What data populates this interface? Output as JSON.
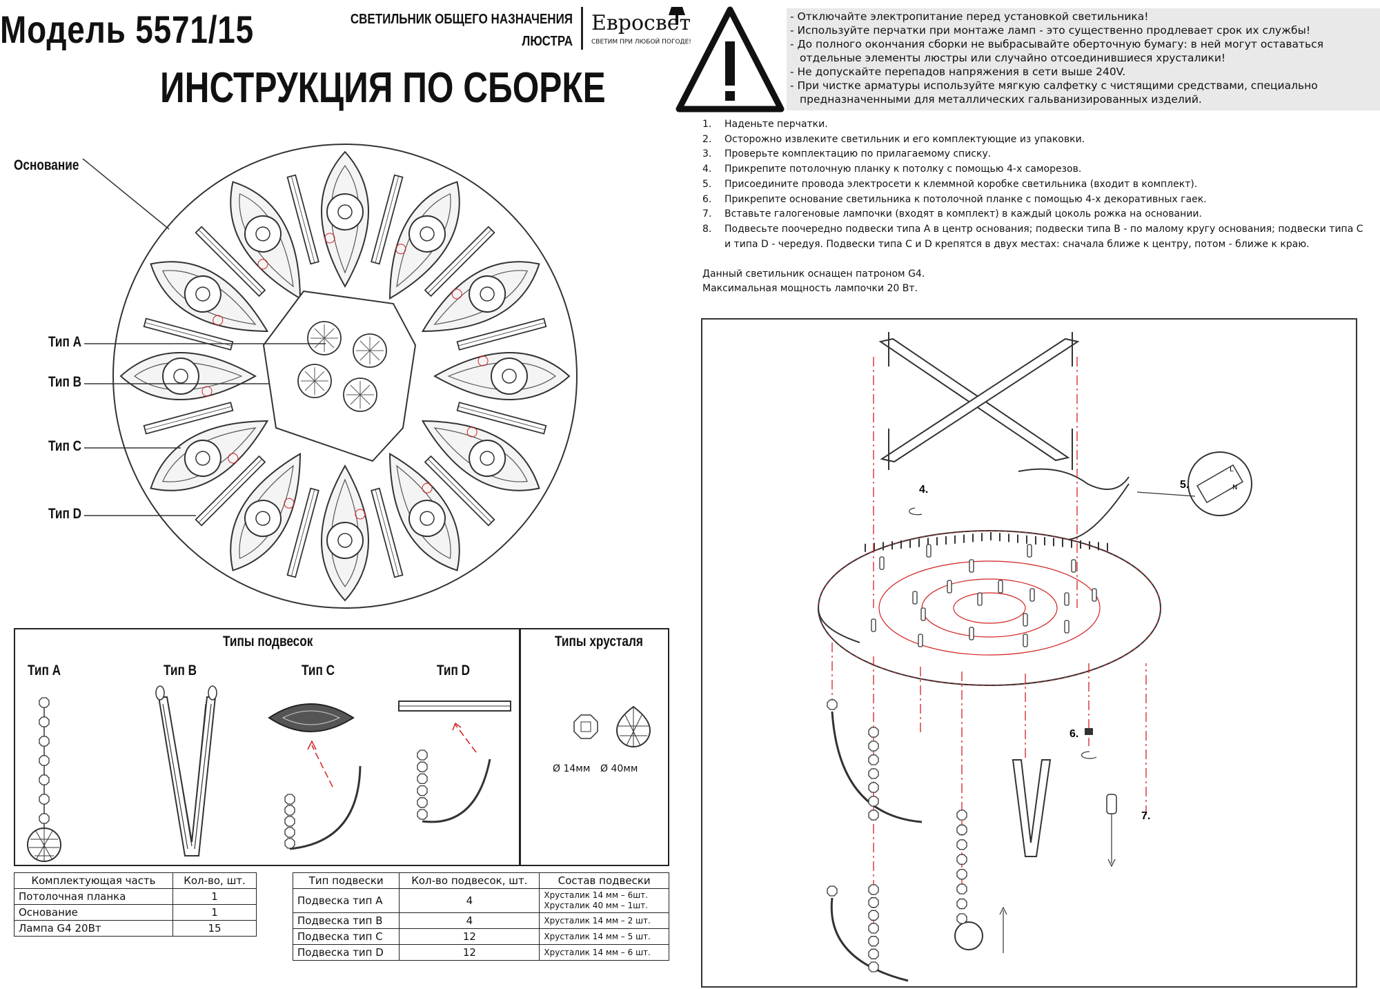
{
  "header": {
    "model": "Модель 5571/15",
    "title": "ИНСТРУКЦИЯ ПО СБОРКЕ",
    "product_type_line1": "СВЕТИЛЬНИК ОБЩЕГО НАЗНАЧЕНИЯ",
    "product_type_line2": "ЛЮСТРА",
    "brand_name": "Евросвет",
    "brand_slogan": "СВЕТИМ ПРИ ЛЮБОЙ ПОГОДЕ!"
  },
  "warnings": [
    "- Отключайте электропитание перед установкой светильника!",
    "- Используйте перчатки при монтаже ламп - это существенно продлевает срок их службы!",
    "- До полного окончания сборки не выбрасывайте оберточную бумагу: в ней могут оставаться отдельные элементы люстры или случайно отсоединившиеся хрусталики!",
    "- Не допускайте перепадов напряжения в сети выше 240V.",
    "- При чистке арматуры используйте мягкую салфетку с чистящими средствами, специально предназначенными для металлических гальванизированных изделий."
  ],
  "steps": [
    {
      "num": "1.",
      "text": "Наденьте перчатки."
    },
    {
      "num": "2.",
      "text": "Осторожно извлеките светильник и его комплектующие из упаковки."
    },
    {
      "num": "3.",
      "text": "Проверьте комплектацию по прилагаемому списку."
    },
    {
      "num": "4.",
      "text": "Прикрепите потолочную планку к потолку с помощью 4-х саморезов."
    },
    {
      "num": "5.",
      "text": "Присоедините провода электросети к клеммной коробке светильника (входит в комплект)."
    },
    {
      "num": "6.",
      "text": "Прикрепите основание светильника к потолочной планке с помощью 4-х декоративных гаек."
    },
    {
      "num": "7.",
      "text": "Вставьте галогеновые лампочки (входят в комплект) в каждый цоколь рожка на основании."
    },
    {
      "num": "8.",
      "text": "Подвесьте поочередно подвески типа А в центр основания; подвески типа В - по малому кругу основания; подвески типа С и типа D - чередуя. Подвески типа С и D крепятся в двух местах: сначала ближе к центру, потом - ближе к краю."
    }
  ],
  "notes": {
    "socket": "Данный светильник оснащен патроном G4.",
    "power": "Максимальная мощность лампочки 20 Вт."
  },
  "top_view": {
    "base_label": "Основание",
    "type_a": "Тип А",
    "type_b": "Тип В",
    "type_c": "Тип С",
    "type_d": "Тип D"
  },
  "pendants": {
    "title": "Типы подвесок",
    "a": "Тип А",
    "b": "Тип В",
    "c": "Тип С",
    "d": "Тип D"
  },
  "crystals": {
    "title": "Типы хрусталя",
    "small": "Ø 14мм",
    "large": "Ø 40мм"
  },
  "assembly_steps": {
    "s4": "4.",
    "s5": "5.",
    "s6": "6.",
    "s7": "7."
  },
  "terminal_marks": {
    "l": "L",
    "n": "N"
  },
  "parts_table": {
    "headers": [
      "Комплектующая часть",
      "Кол-во, шт."
    ],
    "rows": [
      [
        "Потолочная планка",
        "1"
      ],
      [
        "Основание",
        "1"
      ],
      [
        "Лампа G4 20Вт",
        "15"
      ]
    ]
  },
  "pendant_table": {
    "headers": [
      "Тип подвески",
      "Кол-во подвесок, шт.",
      "Состав подвески"
    ],
    "rows": [
      [
        "Подвеска тип А",
        "4",
        "Хрусталик 14 мм – 6шт.",
        "Хрусталик 40 мм – 1шт."
      ],
      [
        "Подвеска тип В",
        "4",
        "Хрусталик 14 мм – 2 шт.",
        ""
      ],
      [
        "Подвеска тип С",
        "12",
        "Хрусталик 14 мм – 5 шт.",
        ""
      ],
      [
        "Подвеска тип D",
        "12",
        "Хрусталик 14 мм – 6 шт.",
        ""
      ]
    ]
  },
  "colors": {
    "ink": "#111111",
    "guide_red": "#d22020",
    "warning_bg": "#e9e9e9"
  }
}
